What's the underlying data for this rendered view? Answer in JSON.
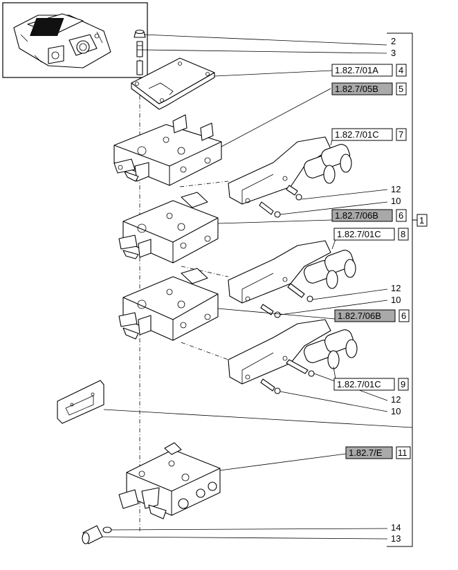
{
  "assembly": {
    "number": "1"
  },
  "items": [
    {
      "number": "2"
    },
    {
      "number": "3"
    },
    {
      "number": "12"
    },
    {
      "number": "10"
    },
    {
      "number": "12"
    },
    {
      "number": "10"
    },
    {
      "number": "12"
    },
    {
      "number": "10"
    },
    {
      "number": "14"
    },
    {
      "number": "13"
    }
  ],
  "refs": [
    {
      "code": "1.82.7/01A",
      "item": "4",
      "highlighted": false
    },
    {
      "code": "1.82.7/05B",
      "item": "5",
      "highlighted": true
    },
    {
      "code": "1.82.7/01C",
      "item": "7",
      "highlighted": false
    },
    {
      "code": "1.82.7/06B",
      "item": "6",
      "highlighted": true
    },
    {
      "code": "1.82.7/01C",
      "item": "8",
      "highlighted": false
    },
    {
      "code": "1.82.7/06B",
      "item": "6",
      "highlighted": true
    },
    {
      "code": "1.82.7/01C",
      "item": "9",
      "highlighted": false
    },
    {
      "code": "1.82.7/E",
      "item": "11",
      "highlighted": true
    }
  ],
  "colors": {
    "line": "#000000",
    "highlight": "#a9a9a9",
    "background": "#ffffff"
  }
}
